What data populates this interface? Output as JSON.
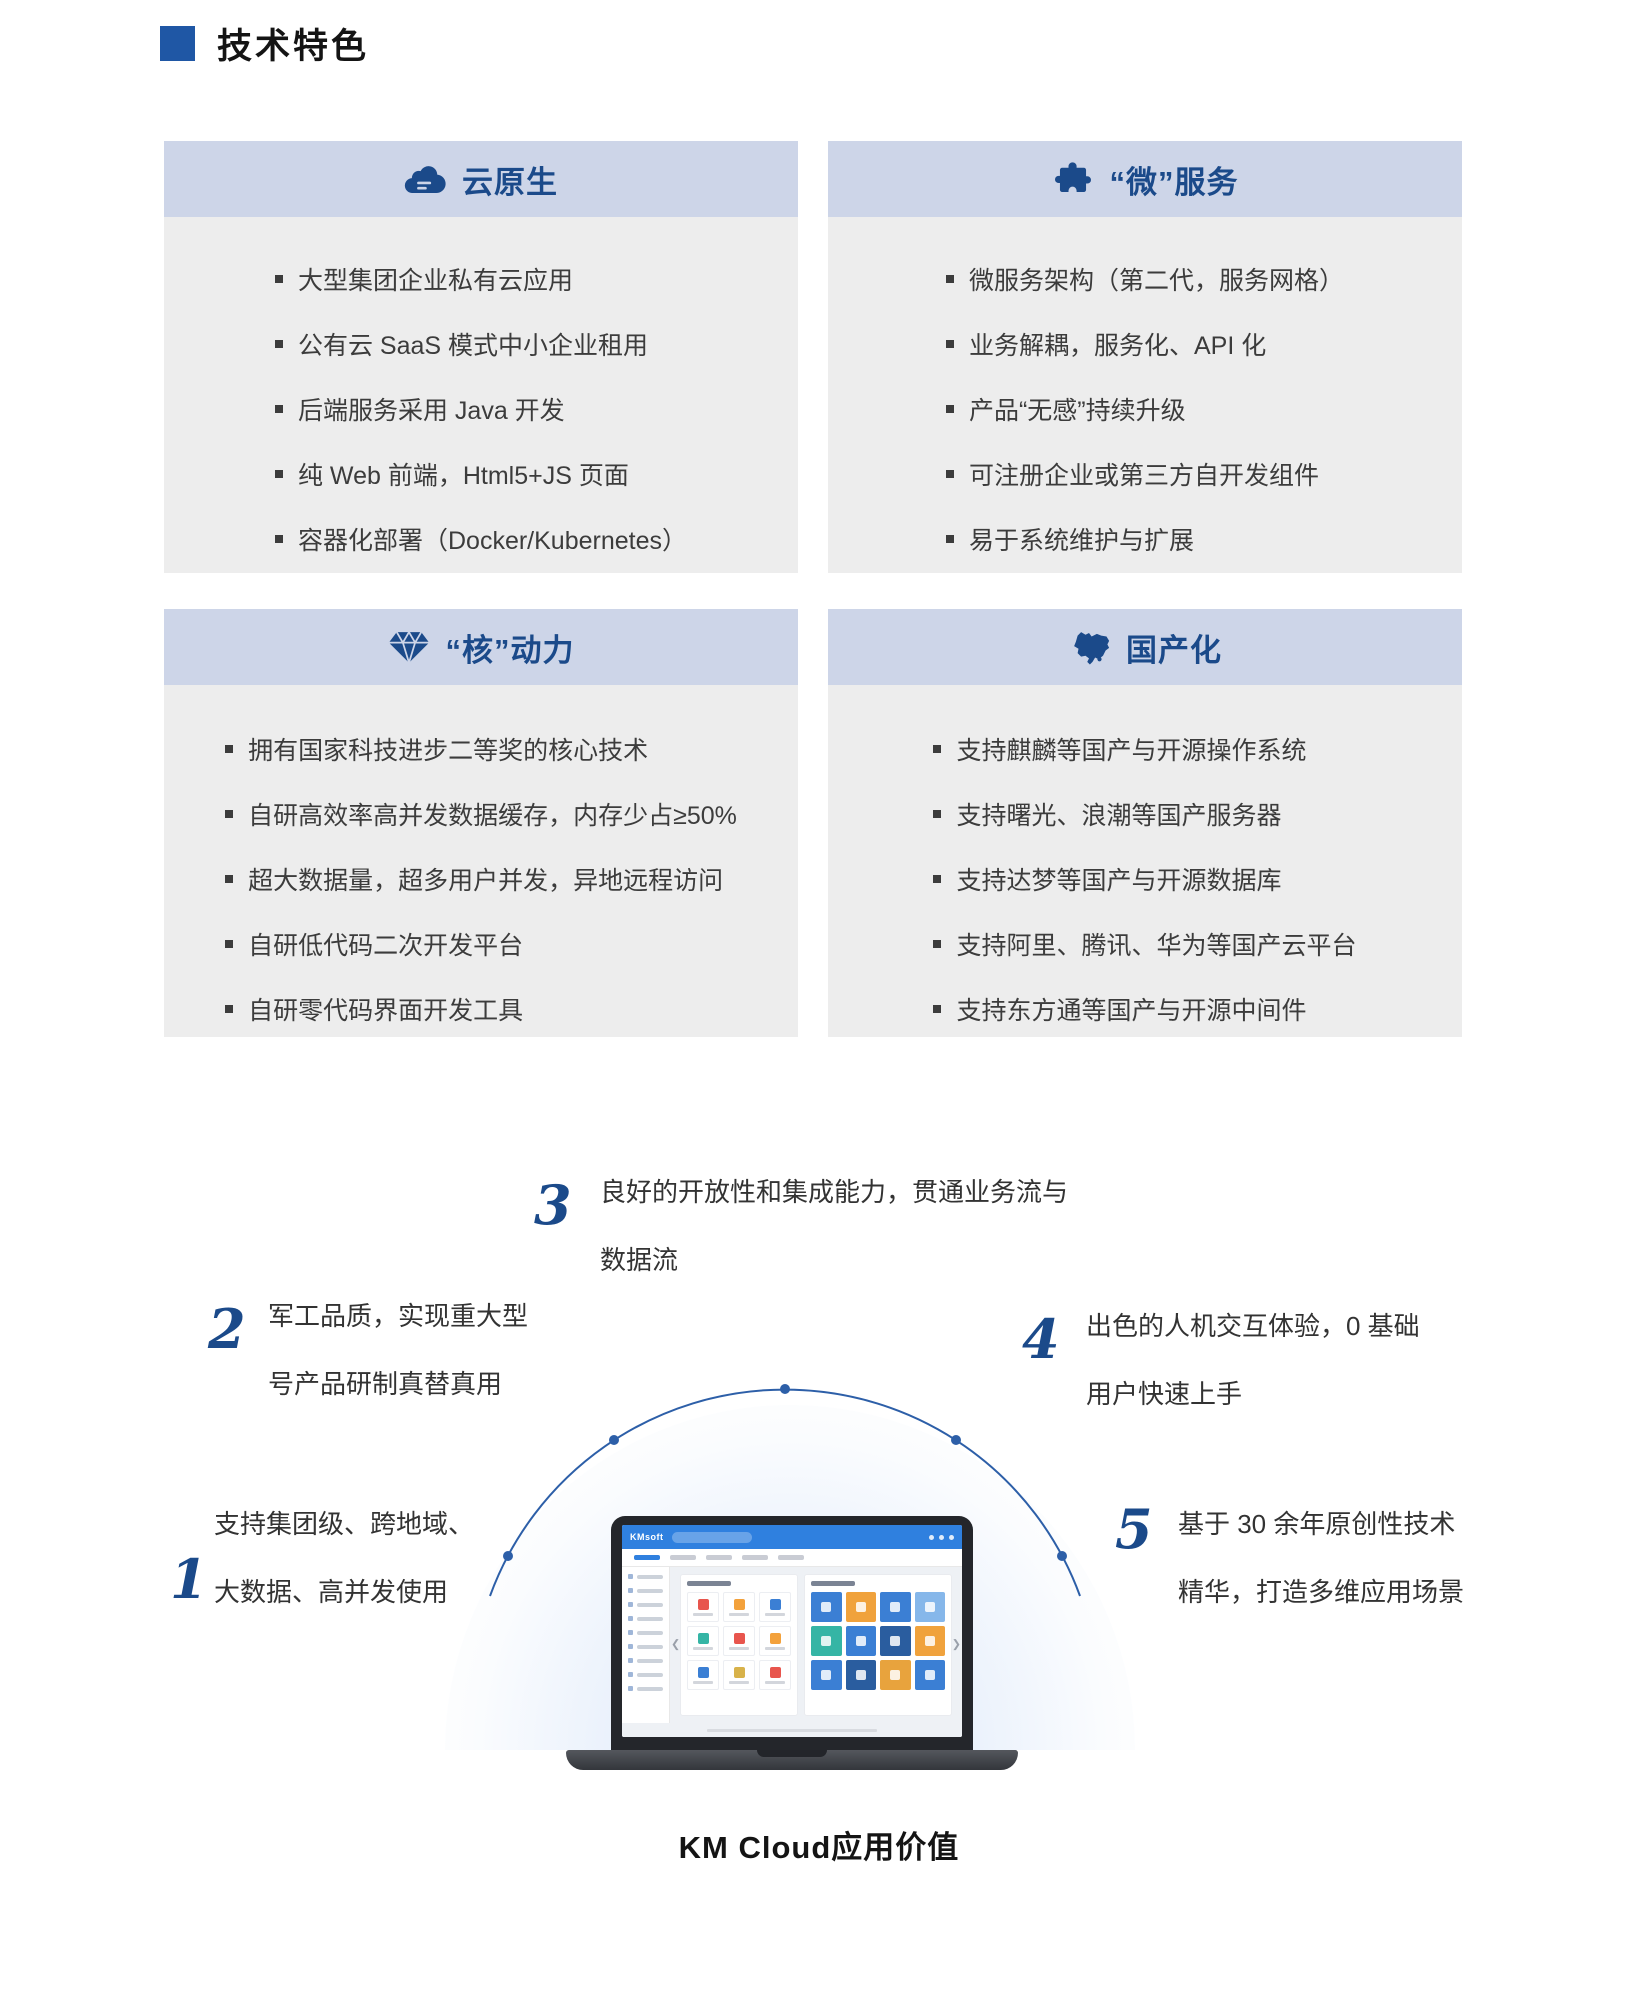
{
  "header": {
    "title": "技术特色"
  },
  "cards": [
    {
      "title": "云原生",
      "icon": "cloud-icon",
      "items": [
        "大型集团企业私有云应用",
        "公有云 SaaS 模式中小企业租用",
        "后端服务采用 Java 开发",
        "纯 Web 前端，Html5+JS 页面",
        "容器化部署（Docker/Kubernetes）"
      ]
    },
    {
      "title": "“微”服务",
      "icon": "puzzle-icon",
      "items": [
        "微服务架构（第二代，服务网格）",
        "业务解耦，服务化、API 化",
        "产品“无感”持续升级",
        "可注册企业或第三方自开发组件",
        "易于系统维护与扩展"
      ]
    },
    {
      "title": "“核”动力",
      "icon": "gem-icon",
      "items": [
        "拥有国家科技进步二等奖的核心技术",
        "自研高效率高并发数据缓存，内存少占≥50%",
        "超大数据量，超多用户并发，异地远程访问",
        "自研低代码二次开发平台",
        "自研零代码界面开发工具"
      ]
    },
    {
      "title": "国产化",
      "icon": "china-map-icon",
      "items": [
        "支持麒麟等国产与开源操作系统",
        "支持曙光、浪潮等国产服务器",
        "支持达梦等国产与开源数据库",
        "支持阿里、腾讯、华为等国产云平台",
        "支持东方通等国产与开源中间件"
      ]
    }
  ],
  "diagram": {
    "caption": "KM Cloud应用价值",
    "points": [
      {
        "num": "1",
        "lines": [
          "支持集团级、跨地域、",
          "大数据、高并发使用"
        ]
      },
      {
        "num": "2",
        "lines": [
          "军工品质，实现重大型",
          "号产品研制真替真用"
        ]
      },
      {
        "num": "3",
        "lines": [
          "良好的开放性和集成能力，贯通业务流与",
          "数据流"
        ]
      },
      {
        "num": "4",
        "lines": [
          "出色的人机交互体验，0 基础",
          "用户快速上手"
        ]
      },
      {
        "num": "5",
        "lines": [
          "基于 30 余年原创性技术",
          "精华，打造多维应用场景"
        ]
      }
    ],
    "laptop": {
      "logo": "KMsoft"
    },
    "colors": {
      "accent_blue": "#1b4a8a",
      "arc": "#2d5fa8",
      "header_bg": "#cdd5e8",
      "body_bg": "#ededed"
    }
  }
}
